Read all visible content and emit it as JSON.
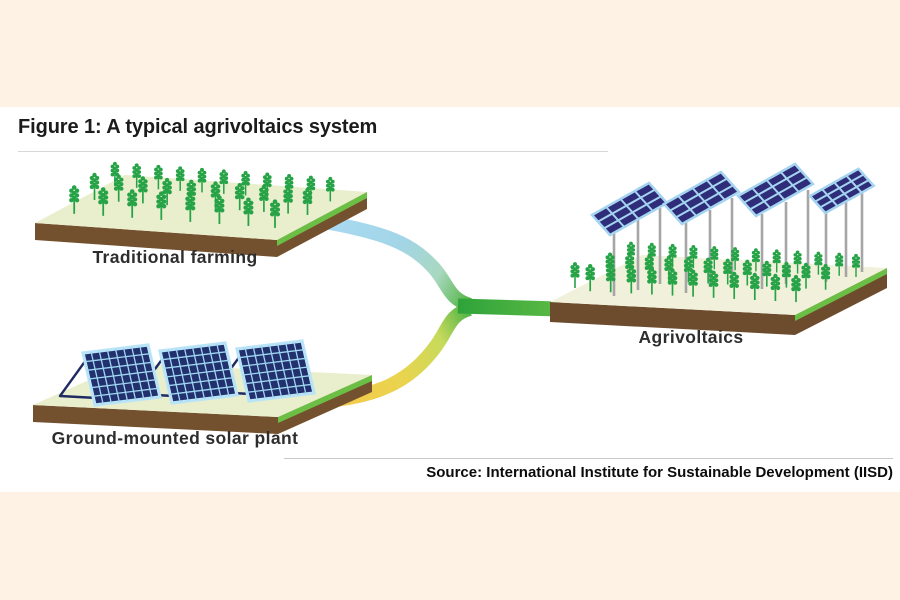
{
  "background": {
    "frame_color": "#fdf2e3",
    "panel_color": "#ffffff"
  },
  "figure": {
    "title": "Figure 1: A typical agrivoltaics system",
    "source": "Source: International Institute for Sustainable Development (IISD)"
  },
  "diagram": {
    "type": "flow",
    "nodes": [
      {
        "id": "traditional-farming",
        "label": "Traditional farming",
        "icon": "wheat-field-platform"
      },
      {
        "id": "ground-mounted-solar",
        "label": "Ground-mounted solar plant",
        "icon": "tilted-solar-panels-platform"
      },
      {
        "id": "agrivoltaics",
        "label": "Agrivoltaics",
        "icon": "solar-panels-elevated-above-crops"
      }
    ],
    "flows": [
      {
        "from": "traditional-farming",
        "to": "agrivoltaics",
        "color": "#aadaf3"
      },
      {
        "from": "ground-mounted-solar",
        "to": "agrivoltaics",
        "color": "#f7c84a"
      },
      {
        "from": "merge-point",
        "to": "agrivoltaics",
        "merged": true,
        "color": "#3fae2a"
      }
    ],
    "colors": {
      "field_top": "#e9eecd",
      "agri_field_top": "#f1f0da",
      "grass_edge": "#6cbf45",
      "soil": "#74512e",
      "wheat": "#27a347",
      "panel_cell": "#22306e",
      "agri_panel_cell": "#2f2d7a",
      "panel_frame": "#aedff6",
      "pole": "#a6a6a6"
    }
  }
}
